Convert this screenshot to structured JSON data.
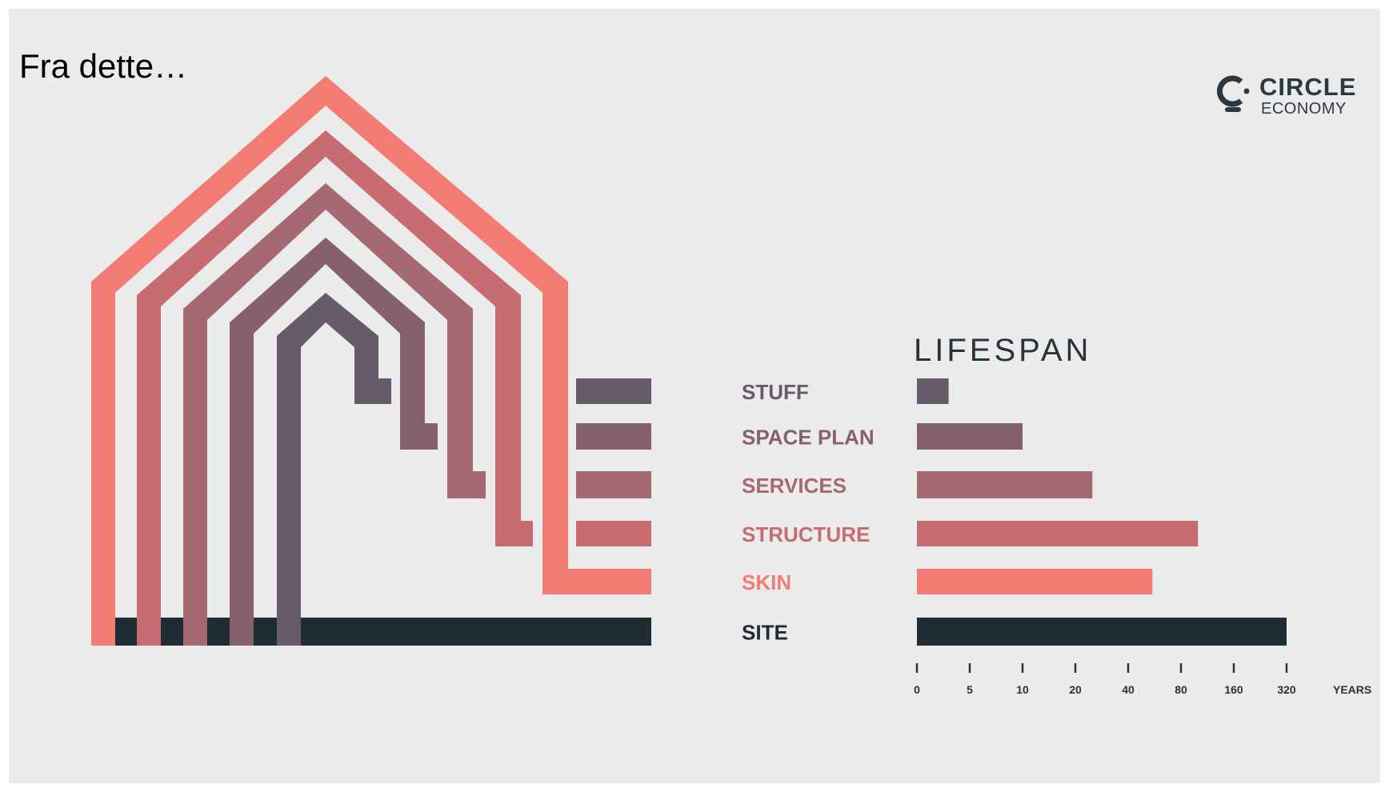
{
  "slide": {
    "title": "Fra dette…"
  },
  "logo": {
    "icon": "circle-economy-logo-icon",
    "line1": "CIRCLE",
    "line2": "ECONOMY"
  },
  "colors": {
    "background": "#ebebeb",
    "site": "#1f2d33",
    "skin": "#f27c74",
    "structure": "#c76d71",
    "services": "#a56a71",
    "space_plan": "#84616d",
    "stuff": "#665b6b"
  },
  "chart_data": {
    "type": "bar",
    "orientation": "horizontal",
    "title": "LIFESPAN",
    "categories": [
      "STUFF",
      "SPACE PLAN",
      "SERVICES",
      "STRUCTURE",
      "SKIN",
      "SITE"
    ],
    "values": [
      3,
      10,
      25,
      100,
      55,
      320
    ],
    "unit": "YEARS",
    "x_ticks": [
      "0",
      "5",
      "10",
      "20",
      "40",
      "80",
      "160",
      "320"
    ],
    "x_tick_values": [
      0,
      5,
      10,
      20,
      40,
      80,
      160,
      320
    ],
    "x_scale": "log2 (doubling ticks after 0)",
    "xlabel": "YEARS",
    "bar_colors": [
      "#665b6b",
      "#84616d",
      "#a56a71",
      "#c76d71",
      "#f27c74",
      "#1f2d33"
    ],
    "legend": "labels placed next to each layer bar",
    "grid": false
  }
}
